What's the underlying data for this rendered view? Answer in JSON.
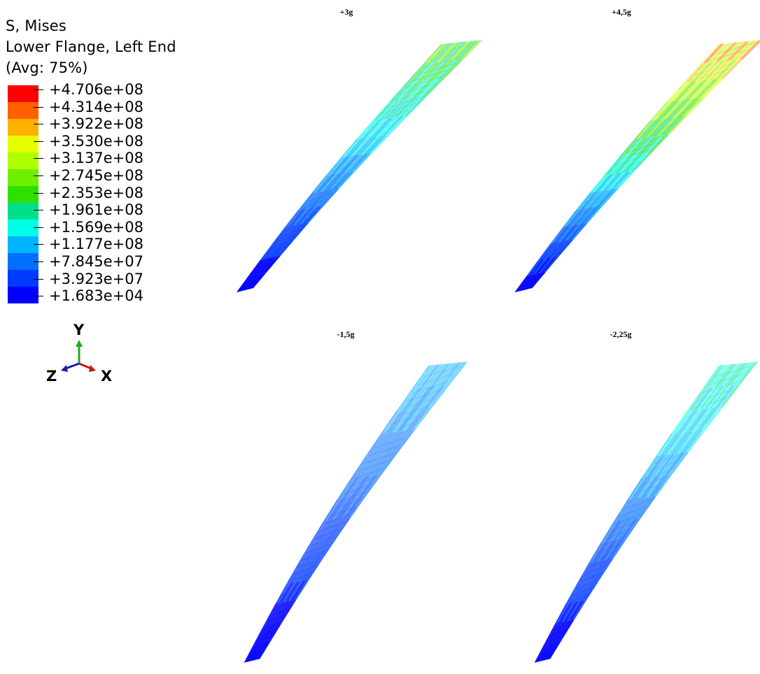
{
  "legend": {
    "title_line1": "S, Mises",
    "title_line2": "Lower Flange, Left End",
    "title_line3": "(Avg: 75%)",
    "values": [
      "+4.706e+08",
      "+4.314e+08",
      "+3.922e+08",
      "+3.530e+08",
      "+3.137e+08",
      "+2.745e+08",
      "+2.353e+08",
      "+1.961e+08",
      "+1.569e+08",
      "+1.177e+08",
      "+7.845e+07",
      "+3.923e+07",
      "+1.683e+04"
    ],
    "colors": [
      "#ff0000",
      "#ff6000",
      "#ffb000",
      "#e6ff00",
      "#b0ff00",
      "#70f000",
      "#2ee000",
      "#00e08c",
      "#00ffe8",
      "#00b4ff",
      "#0070ff",
      "#003cff",
      "#0000ff"
    ]
  },
  "triad": {
    "y": "Y",
    "z": "Z",
    "x": "X"
  },
  "panels": [
    {
      "label": "+3g",
      "intensity": 0.6
    },
    {
      "label": "+4,5g",
      "intensity": 0.95
    },
    {
      "label": "-1,5g",
      "intensity": 0.3
    },
    {
      "label": "-2,25g",
      "intensity": 0.45
    }
  ]
}
